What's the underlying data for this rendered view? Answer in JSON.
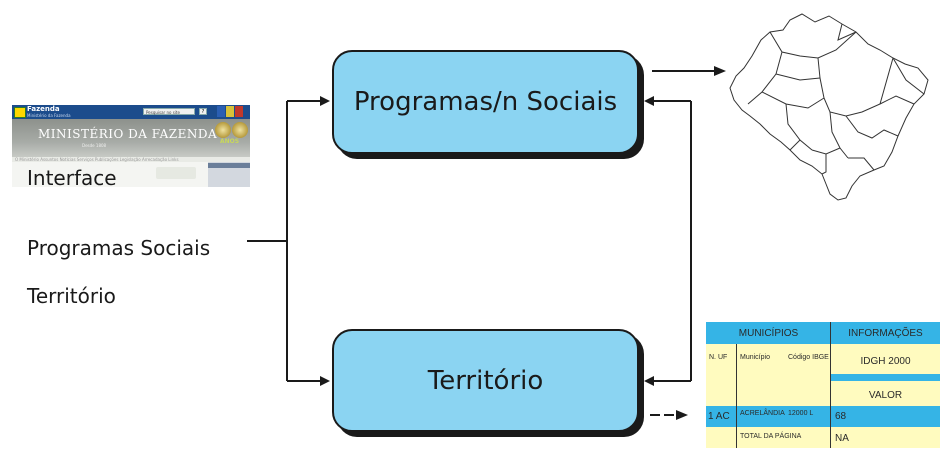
{
  "thumbnail": {
    "brand": "Fazenda",
    "brand_sub": "Ministério da Fazenda",
    "search_placeholder": "Pesquisar no site",
    "go_label": "?",
    "banner_title": "MINISTÉRIO DA FAZENDA",
    "banner_sub": "Desde 1808",
    "anos_label": "ANOS",
    "nav_strip": "O Ministério   Assuntos   Notícias   Serviços   Publicações   Legislação   Arrecadação   Links"
  },
  "left_labels": {
    "interface": "Interface",
    "programas": "Programas Sociais",
    "territorio": "Território"
  },
  "boxes": {
    "programas": "Programas/n Sociais",
    "territorio": "Território"
  },
  "table": {
    "header_municipios": "MUNICÍPIOS",
    "header_info": "INFORMAÇÕES",
    "col_nuf": "N. UF",
    "col_municipio": "Município",
    "col_codigo": "Código IBGE",
    "col_idgh": "IDGH 2000",
    "col_valor": "VALOR",
    "row_uf": "1 AC",
    "row_municipio": "ACRELÂNDIA",
    "row_codigo": "12000 L",
    "row_value": "68",
    "total_label": "TOTAL DA PÁGINA",
    "total_value": "NA"
  },
  "colors": {
    "box_fill": "#8bd4f2",
    "table_cyan": "#35b4e6",
    "table_cream": "#fffbbf"
  }
}
